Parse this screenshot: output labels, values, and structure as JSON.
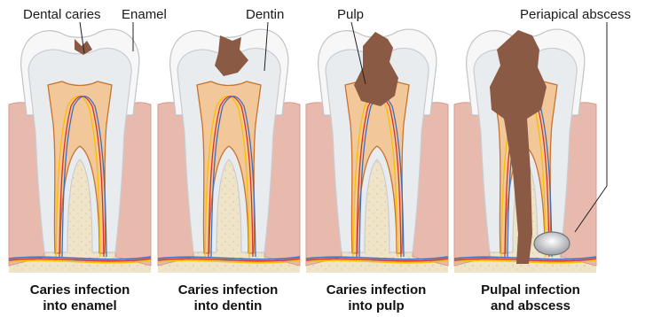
{
  "labels": {
    "dental_caries": "Dental caries",
    "enamel": "Enamel",
    "dentin": "Dentin",
    "pulp": "Pulp",
    "periapical_abscess": "Periapical abscess"
  },
  "panels": [
    {
      "caption_line1": "Caries infection",
      "caption_line2": "into enamel"
    },
    {
      "caption_line1": "Caries infection",
      "caption_line2": "into dentin"
    },
    {
      "caption_line1": "Caries infection",
      "caption_line2": "into pulp"
    },
    {
      "caption_line1": "Pulpal infection",
      "caption_line2": "and abscess"
    }
  ],
  "colors": {
    "bone": "#efe3c8",
    "gum": "#e8b9ad",
    "enamel": "#f7f7f7",
    "dentin": "#e9ecef",
    "pulp": "#f2c79a",
    "caries": "#8a5a44",
    "abscess": "#b9bcc0",
    "nerve_yellow": "#f2c200",
    "vessel_red": "#d8322a",
    "vessel_blue": "#3d6fb8"
  }
}
